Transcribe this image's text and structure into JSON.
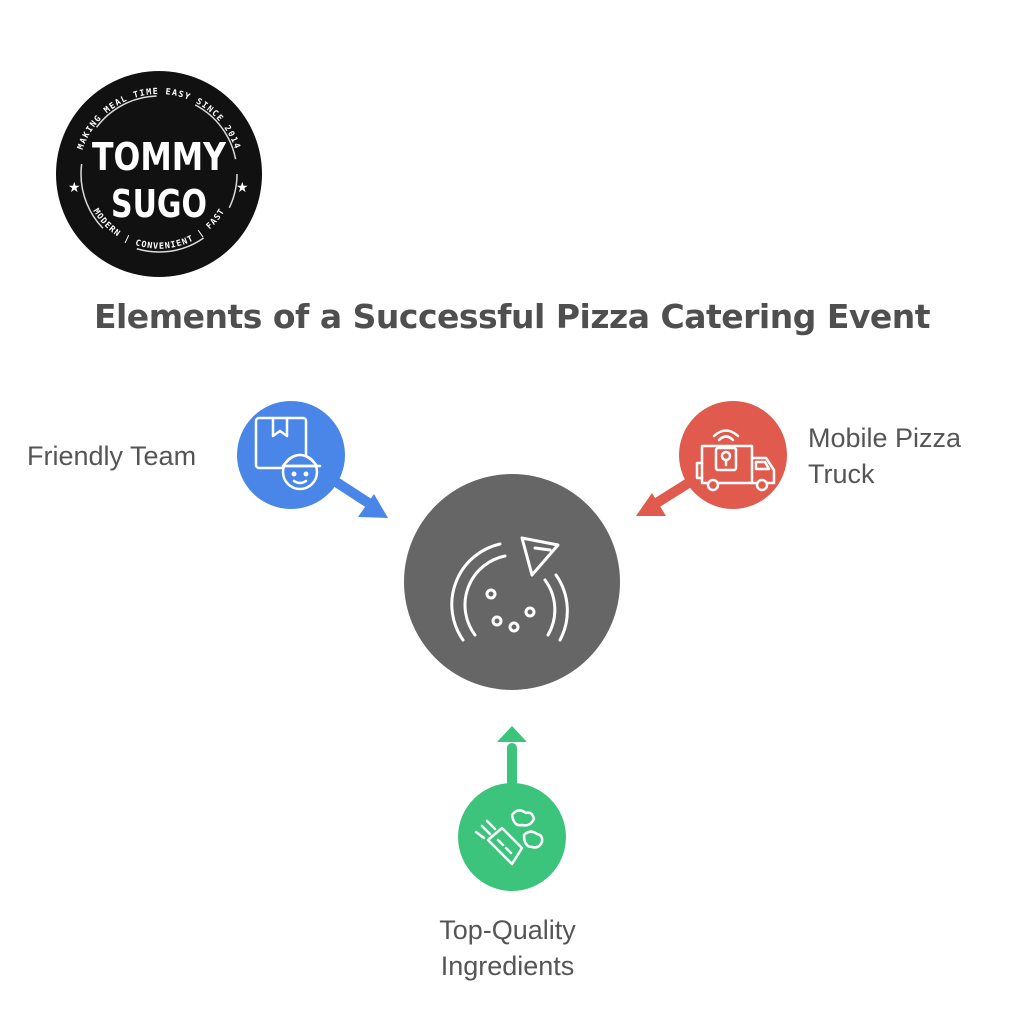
{
  "logo": {
    "name_line1": "TOMMY",
    "name_line2": "SUGO",
    "arc_top": "MAKING MEAL TIME EASY SINCE 2014",
    "arc_bottom": "MODERN | CONVENIENT | FAST"
  },
  "title": "Elements of a Successful Pizza Catering Event",
  "center": {
    "icon": "pizza-icon",
    "color": "#666666"
  },
  "nodes": [
    {
      "id": "friendly-team",
      "label_line1": "Friendly Team",
      "label_line2": "",
      "icon": "delivery-person-icon",
      "color": "#4a86e8"
    },
    {
      "id": "mobile-pizza-truck",
      "label_line1": "Mobile Pizza",
      "label_line2": "Truck",
      "icon": "food-truck-icon",
      "color": "#e05a4e"
    },
    {
      "id": "top-quality-ingredients",
      "label_line1": "Top-Quality",
      "label_line2": "Ingredients",
      "icon": "vegetables-icon",
      "color": "#3cc47c"
    }
  ]
}
